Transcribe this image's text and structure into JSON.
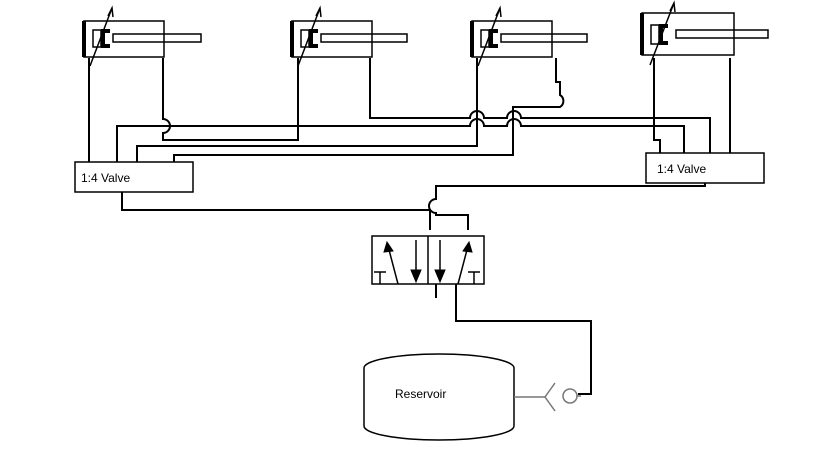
{
  "diagram": {
    "valves": [
      {
        "label": "1:4 Valve"
      },
      {
        "label": "1:4 Valve"
      }
    ],
    "reservoir": {
      "label": "Reservoir"
    },
    "cylinders_count": 4,
    "colors": {
      "line": "#000000",
      "background": "#ffffff",
      "check_valve": "#777777"
    }
  }
}
